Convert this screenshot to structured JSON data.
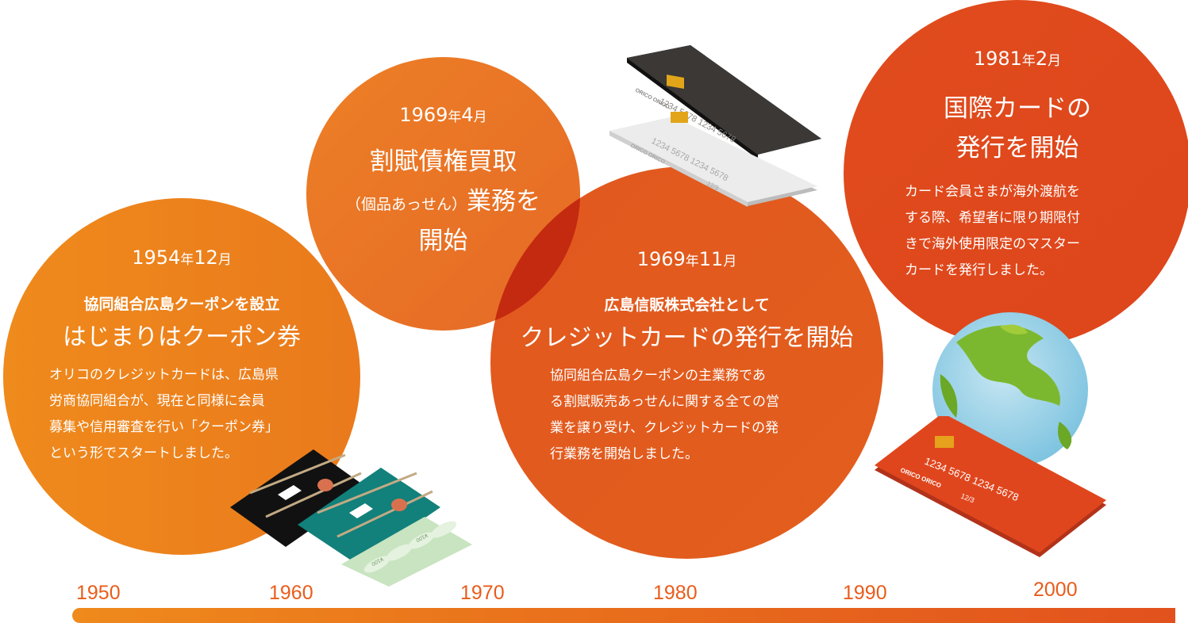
{
  "events": [
    {
      "id": "1954",
      "year": "1954",
      "year_unit": "年",
      "month": "12",
      "month_unit": "月",
      "subtitle": "協同組合広島クーポンを設立",
      "title": "はじまりはクーポン券",
      "body": [
        "オリコのクレジットカードは、広島県",
        "労商協同組合が、現在と同様に会員",
        "募集や信用審査を行い「クーポン券」",
        "という形でスタートしました。"
      ],
      "color": "#ef8a1c"
    },
    {
      "id": "1969a",
      "year": "1969",
      "year_unit": "年",
      "month": "4",
      "month_unit": "月",
      "title_lines": [
        "割賦債権買取"
      ],
      "paren": "（個品あっせん）",
      "title_tail": "業務を",
      "title_last": "開始",
      "color": "#ec7a1c"
    },
    {
      "id": "1969b",
      "year": "1969",
      "year_unit": "年",
      "month": "11",
      "month_unit": "月",
      "subtitle": "広島信販株式会社として",
      "title": "クレジットカードの発行を開始",
      "body": [
        "協同組合広島クーポンの主業務であ",
        "る割賦販売あっせんに関する全ての営",
        "業を譲り受け、クレジットカードの発",
        "行業務を開始しました。"
      ],
      "color": "#e1581f"
    },
    {
      "id": "1981",
      "year": "1981",
      "year_unit": "年",
      "month": "2",
      "month_unit": "月",
      "title_lines": [
        "国際カードの",
        "発行を開始"
      ],
      "body": [
        "カード会員さまが海外渡航を",
        "する際、希望者に限り期限付",
        "きで海外使用限定のマスター",
        "カードを発行しました。"
      ],
      "color": "#de451c"
    }
  ],
  "card_text": {
    "number": "1234  5678  1234  5678",
    "brand": "ORICO ORICO",
    "expiry": "12/3"
  },
  "coupon_text": "¥100",
  "axis": {
    "years": [
      "1950",
      "1960",
      "1970",
      "1980",
      "1990",
      "2000"
    ],
    "color": "#e95c1a"
  }
}
